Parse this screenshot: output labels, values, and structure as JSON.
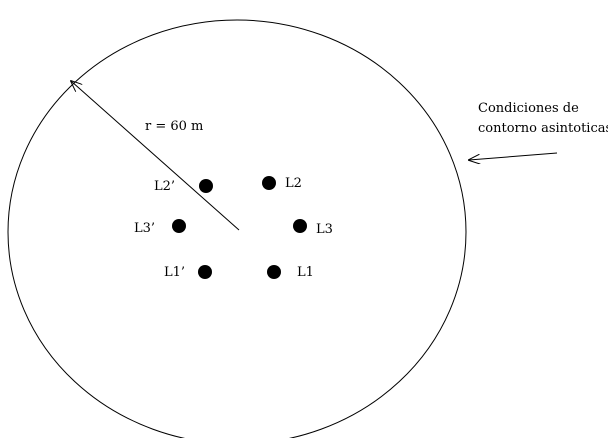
{
  "colors": {
    "line": "#000000",
    "background": "#ffffff"
  },
  "radius_label": "r = 60 m",
  "boundary_label": {
    "line1": "Condiciones de",
    "line2": "contorno asintoticas"
  },
  "wells": [
    {
      "id": "L1",
      "label": "L1"
    },
    {
      "id": "L2",
      "label": "L2"
    },
    {
      "id": "L3",
      "label": "L3"
    },
    {
      "id": "L1p",
      "label": "L1’"
    },
    {
      "id": "L2p",
      "label": "L2’"
    },
    {
      "id": "L3p",
      "label": "L3’"
    }
  ]
}
